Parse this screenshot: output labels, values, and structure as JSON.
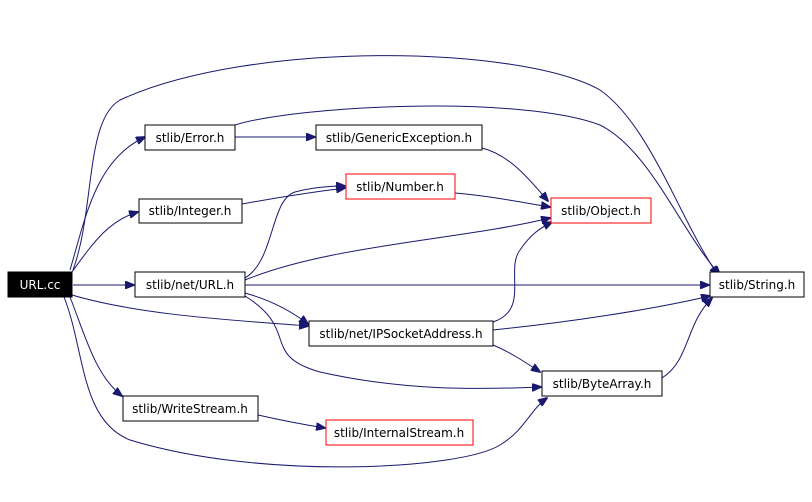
{
  "graph": {
    "nodes": {
      "url_cc": "URL.cc",
      "error_h": "stlib/Error.h",
      "generic_exception_h": "stlib/GenericException.h",
      "integer_h": "stlib/Integer.h",
      "number_h": "stlib/Number.h",
      "object_h": "stlib/Object.h",
      "net_url_h": "stlib/net/URL.h",
      "string_h": "stlib/String.h",
      "ipsocketaddress_h": "stlib/net/IPSocketAddress.h",
      "bytearray_h": "stlib/ByteArray.h",
      "writestream_h": "stlib/WriteStream.h",
      "internalstream_h": "stlib/InternalStream.h"
    },
    "colors": {
      "edge": "#191970",
      "root_fill": "#000000",
      "root_text": "#ffffff",
      "normal_border": "#000000",
      "truncated_border": "#ff0000"
    }
  }
}
